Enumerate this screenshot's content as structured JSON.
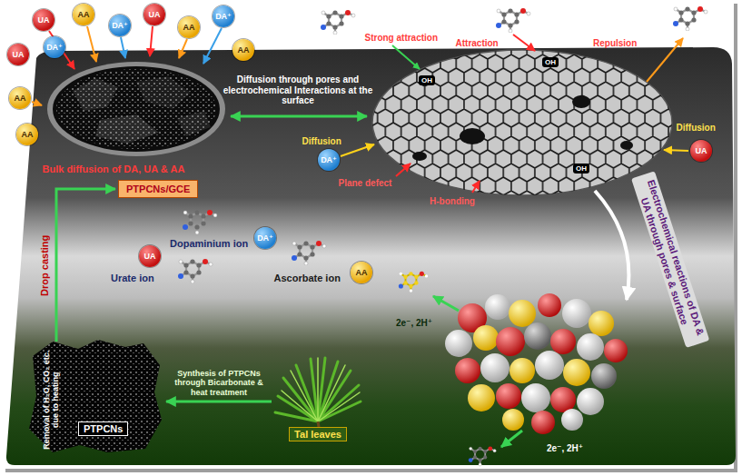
{
  "diagram": {
    "nodes": [
      {
        "text": [
          "UA"
        ]
      },
      {
        "text": [
          "AA"
        ]
      },
      {
        "text": [
          "DA⁺"
        ]
      },
      {
        "text": [
          "UA"
        ]
      },
      {
        "text": [
          "AA"
        ]
      },
      {
        "text": [
          "DA⁺"
        ]
      },
      {
        "text": [
          "UA"
        ]
      },
      {
        "text": [
          "DA⁺"
        ]
      },
      {
        "text": [
          "AA"
        ]
      },
      {
        "text": [
          "AA"
        ]
      },
      {
        "text": [
          "AA"
        ]
      },
      {
        "text": [
          "DA⁺"
        ]
      },
      {
        "text": [
          "UA"
        ]
      },
      {
        "text": [
          "PTPCNs/GCE"
        ]
      },
      {
        "text": [
          "DA⁺"
        ]
      },
      {
        "text": [
          "UA"
        ]
      },
      {
        "text": [
          "AA"
        ]
      },
      {
        "text": [
          "PTPCNs"
        ]
      },
      {
        "text": [
          "Tal leaves"
        ]
      }
    ],
    "edges": [
      {
        "from": 17,
        "to": 13,
        "label": "Drop casting",
        "arrow": "to"
      },
      {
        "from": 18,
        "to": 17,
        "label": "Synthesis of PTPCNs through Bicarbonate & heat treatment",
        "arrow": "to"
      }
    ],
    "labels": [
      "Diffusion through pores and electrochemical Interactions at the surface",
      "Strong attraction",
      "Attraction",
      "Repulsion",
      "Diffusion",
      "Diffusion",
      "OH",
      "OH",
      "OH",
      "Plane defect",
      "H-bonding",
      "Electrochemical reactions of DA & UA through pores & surface",
      "Bulk diffusion of DA, UA & AA",
      "Dopaminium ion",
      "Urate ion",
      "Ascorbate ion",
      "2e⁻, 2H⁺",
      "Removal of H₂O, CO₂ etc. due to heating",
      "2e⁻, 2H⁺"
    ]
  }
}
